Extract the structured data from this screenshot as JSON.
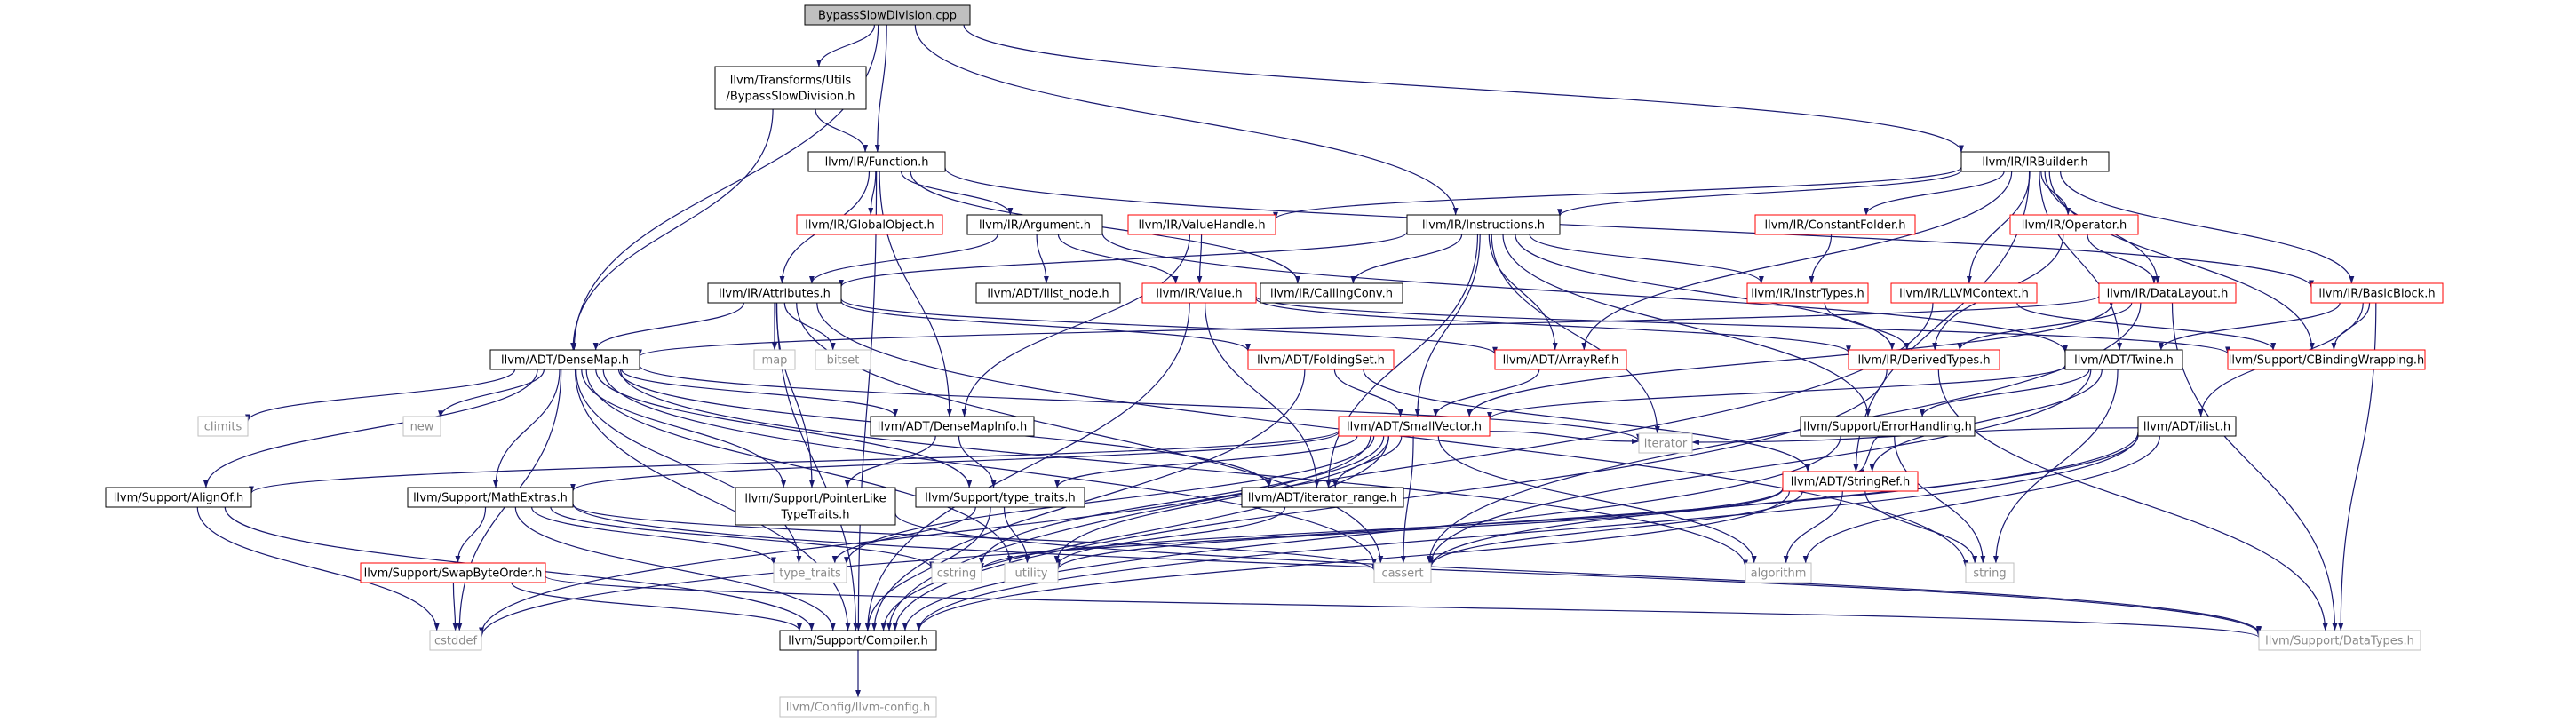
{
  "graph": {
    "nodes": [
      {
        "id": "bypass_cpp",
        "label": "BypassSlowDivision.cpp",
        "style": "root"
      },
      {
        "id": "bypass_h",
        "label": "llvm/Transforms/Utils\n/BypassSlowDivision.h",
        "style": "normal"
      },
      {
        "id": "function",
        "label": "llvm/IR/Function.h",
        "style": "normal"
      },
      {
        "id": "irbuilder",
        "label": "llvm/IR/IRBuilder.h",
        "style": "normal"
      },
      {
        "id": "globalobject",
        "label": "llvm/IR/GlobalObject.h",
        "style": "red"
      },
      {
        "id": "argument",
        "label": "llvm/IR/Argument.h",
        "style": "normal"
      },
      {
        "id": "valuehandle",
        "label": "llvm/IR/ValueHandle.h",
        "style": "red"
      },
      {
        "id": "instructions",
        "label": "llvm/IR/Instructions.h",
        "style": "normal"
      },
      {
        "id": "constantfolder",
        "label": "llvm/IR/ConstantFolder.h",
        "style": "red"
      },
      {
        "id": "operator",
        "label": "llvm/IR/Operator.h",
        "style": "red"
      },
      {
        "id": "basicblock",
        "label": "llvm/IR/BasicBlock.h",
        "style": "red"
      },
      {
        "id": "attributes",
        "label": "llvm/IR/Attributes.h",
        "style": "normal"
      },
      {
        "id": "ilist_node",
        "label": "llvm/ADT/ilist_node.h",
        "style": "normal"
      },
      {
        "id": "value",
        "label": "llvm/IR/Value.h",
        "style": "red"
      },
      {
        "id": "callingconv",
        "label": "llvm/IR/CallingConv.h",
        "style": "normal"
      },
      {
        "id": "instrtypes",
        "label": "llvm/IR/InstrTypes.h",
        "style": "red"
      },
      {
        "id": "llvmcontext",
        "label": "llvm/IR/LLVMContext.h",
        "style": "red"
      },
      {
        "id": "datalayout",
        "label": "llvm/IR/DataLayout.h",
        "style": "red"
      },
      {
        "id": "map",
        "label": "map",
        "style": "gray"
      },
      {
        "id": "bitset",
        "label": "bitset",
        "style": "gray"
      },
      {
        "id": "densemap",
        "label": "llvm/ADT/DenseMap.h",
        "style": "normal"
      },
      {
        "id": "foldingset",
        "label": "llvm/ADT/FoldingSet.h",
        "style": "red"
      },
      {
        "id": "arrayref",
        "label": "llvm/ADT/ArrayRef.h",
        "style": "red"
      },
      {
        "id": "derivedtypes",
        "label": "llvm/IR/DerivedTypes.h",
        "style": "red"
      },
      {
        "id": "twine",
        "label": "llvm/ADT/Twine.h",
        "style": "normal"
      },
      {
        "id": "cbinding",
        "label": "llvm/Support/CBindingWrapping.h",
        "style": "red"
      },
      {
        "id": "climits",
        "label": "climits",
        "style": "gray"
      },
      {
        "id": "new",
        "label": "new",
        "style": "gray"
      },
      {
        "id": "densemapinfo",
        "label": "llvm/ADT/DenseMapInfo.h",
        "style": "normal"
      },
      {
        "id": "smallvector",
        "label": "llvm/ADT/SmallVector.h",
        "style": "red"
      },
      {
        "id": "errorhandling",
        "label": "llvm/Support/ErrorHandling.h",
        "style": "normal"
      },
      {
        "id": "ilist",
        "label": "llvm/ADT/ilist.h",
        "style": "normal"
      },
      {
        "id": "alignof",
        "label": "llvm/Support/AlignOf.h",
        "style": "normal"
      },
      {
        "id": "mathextras",
        "label": "llvm/Support/MathExtras.h",
        "style": "normal"
      },
      {
        "id": "pointerlike",
        "label": "llvm/Support/PointerLike\nTypeTraits.h",
        "style": "normal"
      },
      {
        "id": "typetraits_h",
        "label": "llvm/Support/type_traits.h",
        "style": "normal"
      },
      {
        "id": "iterator_range",
        "label": "llvm/ADT/iterator_range.h",
        "style": "normal"
      },
      {
        "id": "iterator",
        "label": "iterator",
        "style": "gray"
      },
      {
        "id": "stringref",
        "label": "llvm/ADT/StringRef.h",
        "style": "red"
      },
      {
        "id": "swapbyteorder",
        "label": "llvm/Support/SwapByteOrder.h",
        "style": "red"
      },
      {
        "id": "type_traits",
        "label": "type_traits",
        "style": "gray"
      },
      {
        "id": "cstring",
        "label": "cstring",
        "style": "gray"
      },
      {
        "id": "utility",
        "label": "utility",
        "style": "gray"
      },
      {
        "id": "cassert",
        "label": "cassert",
        "style": "gray"
      },
      {
        "id": "algorithm",
        "label": "algorithm",
        "style": "gray"
      },
      {
        "id": "string",
        "label": "string",
        "style": "gray"
      },
      {
        "id": "cstddef",
        "label": "cstddef",
        "style": "gray"
      },
      {
        "id": "compiler",
        "label": "llvm/Support/Compiler.h",
        "style": "normal"
      },
      {
        "id": "datatypes",
        "label": "llvm/Support/DataTypes.h",
        "style": "gray"
      },
      {
        "id": "llvmconfig",
        "label": "llvm/Config/llvm-config.h",
        "style": "gray"
      }
    ],
    "edges": [
      [
        "bypass_cpp",
        "bypass_h"
      ],
      [
        "bypass_cpp",
        "function"
      ],
      [
        "bypass_cpp",
        "irbuilder"
      ],
      [
        "bypass_cpp",
        "instructions"
      ],
      [
        "bypass_cpp",
        "densemap"
      ],
      [
        "bypass_h",
        "function"
      ],
      [
        "bypass_h",
        "densemap"
      ],
      [
        "function",
        "globalobject"
      ],
      [
        "function",
        "argument"
      ],
      [
        "function",
        "attributes"
      ],
      [
        "function",
        "callingconv"
      ],
      [
        "function",
        "compiler"
      ],
      [
        "function",
        "basicblock"
      ],
      [
        "function",
        "densemapinfo"
      ],
      [
        "irbuilder",
        "valuehandle"
      ],
      [
        "irbuilder",
        "instructions"
      ],
      [
        "irbuilder",
        "constantfolder"
      ],
      [
        "irbuilder",
        "operator"
      ],
      [
        "irbuilder",
        "basicblock"
      ],
      [
        "irbuilder",
        "llvmcontext"
      ],
      [
        "irbuilder",
        "datalayout"
      ],
      [
        "irbuilder",
        "arrayref"
      ],
      [
        "irbuilder",
        "twine"
      ],
      [
        "irbuilder",
        "cbinding"
      ],
      [
        "irbuilder",
        "stringref"
      ],
      [
        "argument",
        "attributes"
      ],
      [
        "argument",
        "ilist_node"
      ],
      [
        "argument",
        "value"
      ],
      [
        "argument",
        "twine"
      ],
      [
        "valuehandle",
        "value"
      ],
      [
        "valuehandle",
        "densemapinfo"
      ],
      [
        "instructions",
        "attributes"
      ],
      [
        "instructions",
        "callingconv"
      ],
      [
        "instructions",
        "instrtypes"
      ],
      [
        "instructions",
        "arrayref"
      ],
      [
        "instructions",
        "smallvector"
      ],
      [
        "instructions",
        "iterator_range"
      ],
      [
        "instructions",
        "iterator"
      ],
      [
        "instructions",
        "derivedtypes"
      ],
      [
        "instructions",
        "errorhandling"
      ],
      [
        "constantfolder",
        "instrtypes"
      ],
      [
        "operator",
        "datalayout"
      ],
      [
        "operator",
        "derivedtypes"
      ],
      [
        "basicblock",
        "twine"
      ],
      [
        "basicblock",
        "cbinding"
      ],
      [
        "basicblock",
        "ilist"
      ],
      [
        "basicblock",
        "datatypes"
      ],
      [
        "attributes",
        "map"
      ],
      [
        "attributes",
        "bitset"
      ],
      [
        "attributes",
        "densemap"
      ],
      [
        "attributes",
        "foldingset"
      ],
      [
        "attributes",
        "arrayref"
      ],
      [
        "attributes",
        "pointerlike"
      ],
      [
        "attributes",
        "compiler"
      ],
      [
        "attributes",
        "cassert"
      ],
      [
        "attributes",
        "string"
      ],
      [
        "value",
        "derivedtypes"
      ],
      [
        "value",
        "iterator_range"
      ],
      [
        "value",
        "compiler"
      ],
      [
        "value",
        "cbinding"
      ],
      [
        "instrtypes",
        "derivedtypes"
      ],
      [
        "llvmcontext",
        "cbinding"
      ],
      [
        "llvmcontext",
        "compiler"
      ],
      [
        "datalayout",
        "densemap"
      ],
      [
        "datalayout",
        "derivedtypes"
      ],
      [
        "datalayout",
        "smallvector"
      ],
      [
        "datalayout",
        "datatypes"
      ],
      [
        "datalayout",
        "cassert"
      ],
      [
        "densemap",
        "climits"
      ],
      [
        "densemap",
        "new"
      ],
      [
        "densemap",
        "densemapinfo"
      ],
      [
        "densemap",
        "alignof"
      ],
      [
        "densemap",
        "mathextras"
      ],
      [
        "densemap",
        "pointerlike"
      ],
      [
        "densemap",
        "typetraits_h"
      ],
      [
        "densemap",
        "iterator"
      ],
      [
        "densemap",
        "type_traits"
      ],
      [
        "densemap",
        "utility"
      ],
      [
        "densemap",
        "cassert"
      ],
      [
        "densemap",
        "algorithm"
      ],
      [
        "densemap",
        "cstddef"
      ],
      [
        "densemap",
        "compiler"
      ],
      [
        "densemap",
        "iterator_range"
      ],
      [
        "foldingset",
        "smallvector"
      ],
      [
        "foldingset",
        "stringref"
      ],
      [
        "foldingset",
        "compiler"
      ],
      [
        "arrayref",
        "smallvector"
      ],
      [
        "derivedtypes",
        "datatypes"
      ],
      [
        "derivedtypes",
        "compiler"
      ],
      [
        "twine",
        "smallvector"
      ],
      [
        "twine",
        "stringref"
      ],
      [
        "twine",
        "errorhandling"
      ],
      [
        "twine",
        "string"
      ],
      [
        "twine",
        "cassert"
      ],
      [
        "densemapinfo",
        "pointerlike"
      ],
      [
        "densemapinfo",
        "typetraits_h"
      ],
      [
        "smallvector",
        "alignof"
      ],
      [
        "smallvector",
        "mathextras"
      ],
      [
        "smallvector",
        "typetraits_h"
      ],
      [
        "smallvector",
        "iterator_range"
      ],
      [
        "smallvector",
        "iterator"
      ],
      [
        "smallvector",
        "type_traits"
      ],
      [
        "smallvector",
        "utility"
      ],
      [
        "smallvector",
        "cassert"
      ],
      [
        "smallvector",
        "algorithm"
      ],
      [
        "smallvector",
        "cstddef"
      ],
      [
        "smallvector",
        "compiler"
      ],
      [
        "smallvector",
        "cstring"
      ],
      [
        "errorhandling",
        "stringref"
      ],
      [
        "errorhandling",
        "string"
      ],
      [
        "errorhandling",
        "compiler"
      ],
      [
        "ilist",
        "iterator"
      ],
      [
        "ilist",
        "cassert"
      ],
      [
        "ilist",
        "algorithm"
      ],
      [
        "ilist",
        "cstddef"
      ],
      [
        "ilist",
        "compiler"
      ],
      [
        "alignof",
        "compiler"
      ],
      [
        "alignof",
        "cstddef"
      ],
      [
        "mathextras",
        "swapbyteorder"
      ],
      [
        "mathextras",
        "compiler"
      ],
      [
        "mathextras",
        "cassert"
      ],
      [
        "mathextras",
        "type_traits"
      ],
      [
        "mathextras",
        "cstring"
      ],
      [
        "mathextras",
        "datatypes"
      ],
      [
        "pointerlike",
        "datatypes"
      ],
      [
        "typetraits_h",
        "type_traits"
      ],
      [
        "typetraits_h",
        "utility"
      ],
      [
        "typetraits_h",
        "compiler"
      ],
      [
        "iterator_range",
        "utility"
      ],
      [
        "stringref",
        "compiler"
      ],
      [
        "stringref",
        "algorithm"
      ],
      [
        "stringref",
        "cassert"
      ],
      [
        "stringref",
        "cstring"
      ],
      [
        "stringref",
        "string"
      ],
      [
        "stringref",
        "utility"
      ],
      [
        "swapbyteorder",
        "compiler"
      ],
      [
        "swapbyteorder",
        "datatypes"
      ],
      [
        "swapbyteorder",
        "cstddef"
      ],
      [
        "compiler",
        "llvmconfig"
      ]
    ]
  }
}
